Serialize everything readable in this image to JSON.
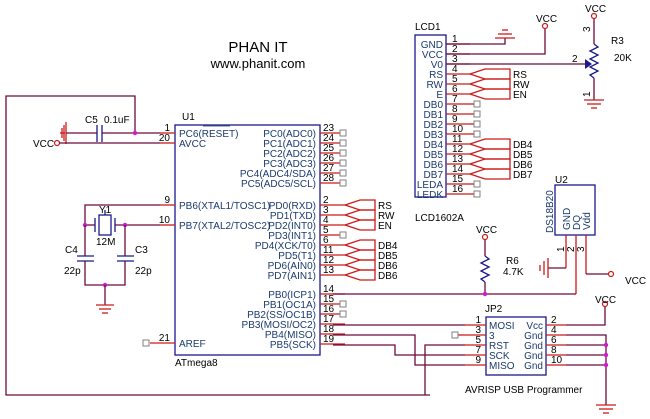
{
  "header": {
    "title": "PHAN IT",
    "subtitle": "www.phanit.com"
  },
  "colors": {
    "wire": "#6e0a3c",
    "pin": "#cc1a1a",
    "component_body": "#1a1a8c",
    "junction": "#d01ad0",
    "no_connect": "#808080"
  },
  "u1": {
    "ref": "U1",
    "part": "ATmega8",
    "left_pins": [
      {
        "num": "1",
        "label": "PC6(RESET)"
      },
      {
        "num": "20",
        "label": "AVCC"
      },
      {
        "num": "9",
        "label": "PB6(XTAL1/TOSC1)"
      },
      {
        "num": "10",
        "label": "PB7(XTAL2/TOSC2)"
      },
      {
        "num": "21",
        "label": "AREF"
      }
    ],
    "right_pins": [
      {
        "num": "23",
        "label": "PC0(ADC0)"
      },
      {
        "num": "24",
        "label": "PC1(ADC1)"
      },
      {
        "num": "25",
        "label": "PC2(ADC2)"
      },
      {
        "num": "26",
        "label": "PC3(ADC3)"
      },
      {
        "num": "27",
        "label": "PC4(ADC4/SDA)"
      },
      {
        "num": "28",
        "label": "PC5(ADC5/SCL)"
      },
      {
        "num": "2",
        "label": "PD0(RXD)"
      },
      {
        "num": "3",
        "label": "PD1(TXD)"
      },
      {
        "num": "4",
        "label": "PD2(INT0)"
      },
      {
        "num": "5",
        "label": "PD3(INT1)"
      },
      {
        "num": "6",
        "label": "PD4(XCK/T0)"
      },
      {
        "num": "11",
        "label": "PD5(T1)"
      },
      {
        "num": "12",
        "label": "PD6(AIN0)"
      },
      {
        "num": "13",
        "label": "PD7(AIN1)"
      },
      {
        "num": "14",
        "label": "PB0(ICP1)"
      },
      {
        "num": "15",
        "label": "PB1(OC1A)"
      },
      {
        "num": "16",
        "label": "PB2(SS/OC1B)"
      },
      {
        "num": "17",
        "label": "PB3(MOSI/OC2)"
      },
      {
        "num": "18",
        "label": "PB4(MISO)"
      },
      {
        "num": "19",
        "label": "PB5(SCK)"
      }
    ],
    "bus_labels": [
      "RS",
      "RW",
      "EN",
      "DB4",
      "DB5",
      "DB6",
      "DB6"
    ]
  },
  "lcd1": {
    "ref": "LCD1",
    "part": "LCD1602A",
    "pins": [
      {
        "num": "1",
        "label": "GND"
      },
      {
        "num": "2",
        "label": "VCC"
      },
      {
        "num": "3",
        "label": "V0"
      },
      {
        "num": "4",
        "label": "RS"
      },
      {
        "num": "5",
        "label": "RW"
      },
      {
        "num": "6",
        "label": "E"
      },
      {
        "num": "7",
        "label": "DB0"
      },
      {
        "num": "8",
        "label": "DB1"
      },
      {
        "num": "9",
        "label": "DB2"
      },
      {
        "num": "10",
        "label": "DB3"
      },
      {
        "num": "11",
        "label": "DB4"
      },
      {
        "num": "12",
        "label": "DB5"
      },
      {
        "num": "13",
        "label": "DB6"
      },
      {
        "num": "14",
        "label": "DB7"
      },
      {
        "num": "15",
        "label": "LEDA"
      },
      {
        "num": "16",
        "label": "LEDK"
      }
    ],
    "bus_labels": [
      "RS",
      "RW",
      "EN",
      "DB4",
      "DB5",
      "DB6",
      "DB7"
    ]
  },
  "r3": {
    "ref": "R3",
    "value": "20K",
    "pins": [
      "3",
      "2",
      "1"
    ]
  },
  "r6": {
    "ref": "R6",
    "value": "4.7K"
  },
  "c5": {
    "ref": "C5",
    "value": "0.1uF"
  },
  "c4": {
    "ref": "C4",
    "value": "22p"
  },
  "c3": {
    "ref": "C3",
    "value": "22p"
  },
  "y1": {
    "ref": "Y1",
    "value": "12M"
  },
  "u2": {
    "ref": "U2",
    "part": "DS18B20",
    "pins": [
      {
        "num": "1",
        "label": "GND"
      },
      {
        "num": "2",
        "label": "DQ"
      },
      {
        "num": "3",
        "label": "Vdd"
      }
    ]
  },
  "jp2": {
    "ref": "JP2",
    "part": "AVRISP USB Programmer",
    "left_pins": [
      {
        "num": "1",
        "label": "MOSI"
      },
      {
        "num": "3",
        "label": "3"
      },
      {
        "num": "5",
        "label": "RST"
      },
      {
        "num": "7",
        "label": "SCK"
      },
      {
        "num": "9",
        "label": "MISO"
      }
    ],
    "right_pins": [
      {
        "num": "2",
        "label": "Vcc"
      },
      {
        "num": "4",
        "label": "Gnd"
      },
      {
        "num": "6",
        "label": "Gnd"
      },
      {
        "num": "8",
        "label": "Gnd"
      },
      {
        "num": "10",
        "label": "Gnd"
      }
    ]
  },
  "power": {
    "vcc": "VCC"
  }
}
